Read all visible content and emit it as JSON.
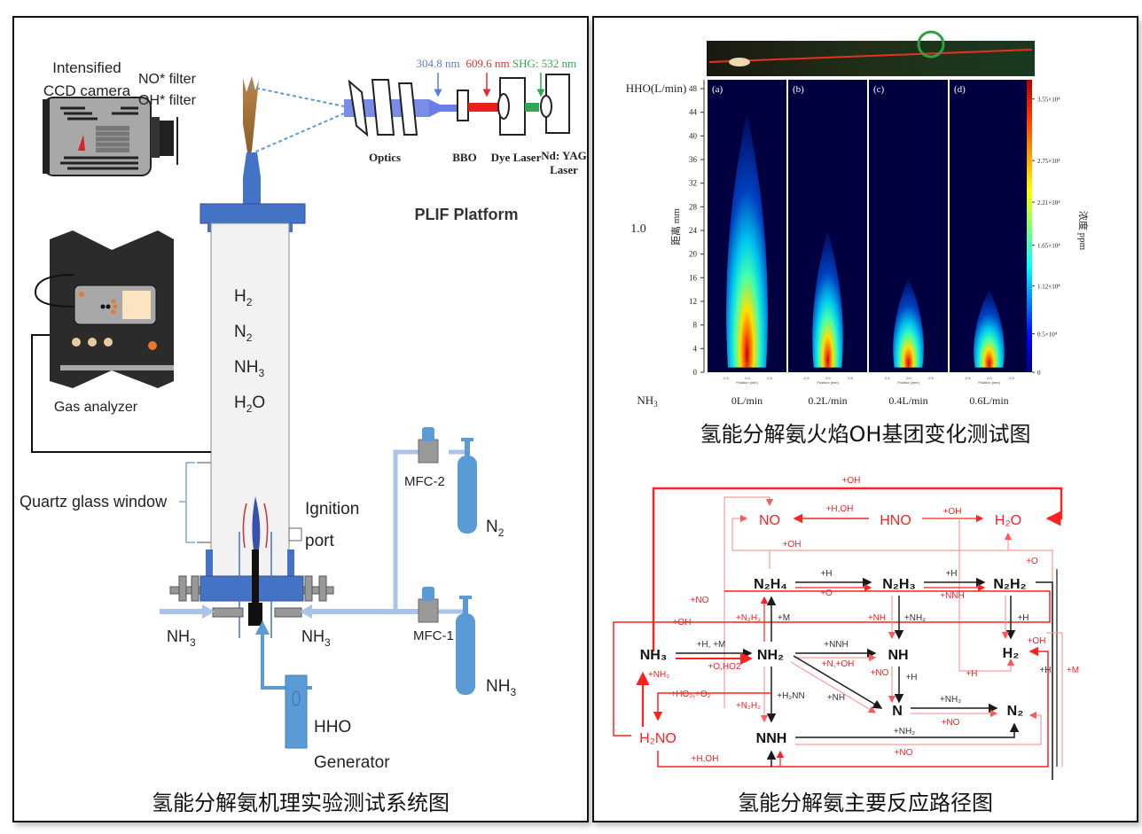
{
  "left_panel": {
    "caption": "氢能分解氨机理实验测试系统图",
    "camera": {
      "line1": "Intensified",
      "line2": "CCD camera"
    },
    "filters": {
      "line1": "NO* filter",
      "line2": "OH* filter"
    },
    "wavelengths": {
      "uv": "304.8 nm",
      "red": "609.6 nm",
      "green": "SHG: 532 nm"
    },
    "optics_labels": {
      "optics": "Optics",
      "bbo": "BBO",
      "dye": "Dye Laser",
      "yag1": "Nd: YAG",
      "yag2": "Laser"
    },
    "plif": "PLIF Platform",
    "gas_analyzer": "Gas analyzer",
    "species": [
      "H2",
      "N2",
      "NH3",
      "H2O"
    ],
    "quartz": "Quartz glass window",
    "ignition": {
      "line1": "Ignition",
      "line2": "port"
    },
    "nh3_left": "NH3",
    "nh3_right": "NH3",
    "mfc2": "MFC-2",
    "mfc1": "MFC-1",
    "n2_cyl": "N2",
    "nh3_cyl": "NH3",
    "hho": {
      "line1": "HHO",
      "line2": "Generator"
    },
    "colors": {
      "blue": "#4472C4",
      "light_blue": "#A9C4E8",
      "cyl_blue": "#5B9BD5",
      "analyzer": "#2B2B2B"
    }
  },
  "right_panel": {
    "plif_caption": "氢能分解氨火焰OH基团变化测试图",
    "pathway_caption": "氢能分解氨主要反应路径图",
    "hho_label": "HHO(L/min)",
    "hho_value": "1.0",
    "nh3_label": "NH3",
    "ylabel": "距离 mm",
    "colorbar_label": "浓度 ppm",
    "position_label": "Position [mm]",
    "x_ticks": [
      "-2.5",
      "0.0",
      "2.5"
    ]
  },
  "chart_data": {
    "type": "heatmap",
    "title": "氢能分解氨火焰OH基团变化测试图",
    "ylabel": "距离 mm",
    "xlabel": "Position [mm]",
    "y_ticks": [
      0,
      4,
      8,
      12,
      16,
      20,
      24,
      28,
      32,
      36,
      40,
      44,
      48
    ],
    "ylim": [
      0,
      48
    ],
    "panels": [
      {
        "tag": "(a)",
        "nh3": "0L/min",
        "flame_height_mm": 44,
        "peak_mm": 3.5
      },
      {
        "tag": "(b)",
        "nh3": "0.2L/min",
        "flame_height_mm": 24,
        "peak_mm": 3.5
      },
      {
        "tag": "(c)",
        "nh3": "0.4L/min",
        "flame_height_mm": 16,
        "peak_mm": 3.5
      },
      {
        "tag": "(d)",
        "nh3": "0.6L/min",
        "flame_height_mm": 14,
        "peak_mm": 3.5
      }
    ],
    "colorbar": {
      "label": "浓度 ppm",
      "ticks": [
        "0",
        "0.5×10⁴",
        "1.12×10⁴",
        "1.65×10⁴",
        "2.21×10⁴",
        "2.75×10⁴",
        "3.55×10⁴"
      ],
      "tick_values": [
        0,
        5000,
        11200,
        16500,
        22100,
        27500,
        35500
      ],
      "range": [
        0,
        38000
      ]
    }
  },
  "pathway": {
    "species": {
      "NO": "NO",
      "HNO": "HNO",
      "H2O": "H₂O",
      "N2H4": "N₂H₄",
      "N2H3": "N₂H₃",
      "N2H2": "N₂H₂",
      "NH3": "NH₃",
      "NH2": "NH₂",
      "NH": "NH",
      "H2": "H₂",
      "N": "N",
      "N2": "N₂",
      "H2NO": "H₂NO",
      "NNH": "NNH"
    },
    "labels": {
      "top_oh": "+OH",
      "hno_no": "+H,OH",
      "hno_h2o": "+OH",
      "no_oh": "+OH",
      "n2h4_h": "+H",
      "n2h4_o": "+O",
      "n2h3_h": "+H",
      "n2h3_nnh": "+NNH",
      "o_right": "+O",
      "no_left": "+NO",
      "oh_left": "+OH",
      "n2h3_up": "+N₂H₃",
      "m_up": "+M",
      "nh_left": "+NH",
      "nh2_down": "+NH₂",
      "h_n2h2": "+H",
      "nh3_hm": "+H, +M",
      "nh3_oho2": "+O,HO2",
      "nh2_h2no": "+NH₂",
      "nh2_nnh": "+NNH",
      "nh2_noh": "+N,+OH",
      "nh2_nh": "+NH",
      "no_nh": "+NO",
      "h_nh": "+H",
      "h_h2": "+H",
      "oh_h2": "+OH",
      "h_right": "+H",
      "m_right": "+M",
      "ho2_o2": "+HO₂,+O₂",
      "n2h2_down": "+N₂H₂",
      "h2nn": "+H₂NN",
      "n_nh2": "+NH₂",
      "n_no": "+NO",
      "nnh_nh2": "+NH₂",
      "nnh_no": "+NO",
      "h_oh_bottom": "+H,OH"
    },
    "colors": {
      "red": "#FF2020",
      "light_red": "#FF9A9A",
      "black": "#1A1A1A"
    }
  }
}
